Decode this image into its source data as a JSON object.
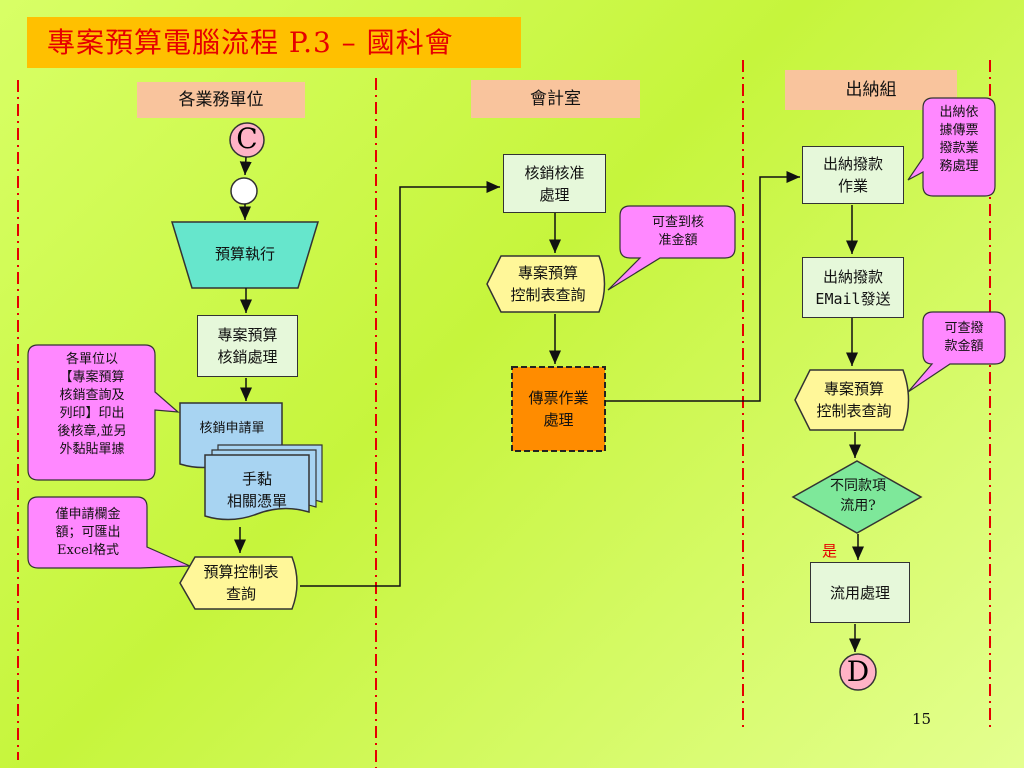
{
  "title": "專案預算電腦流程 P.3 – 國科會",
  "lanes": {
    "units": "各業務單位",
    "accounting": "會計室",
    "cashier": "出納組"
  },
  "connectors": {
    "start": "C",
    "end": "D"
  },
  "nodes": {
    "budget_exec": "預算執行",
    "writeoff_proc": [
      "專案預算",
      "核銷處理"
    ],
    "writeoff_form": "核銷申請單",
    "receipts": [
      "手黏",
      "相關憑單"
    ],
    "budget_query_units": [
      "預算控制表",
      "查詢"
    ],
    "verify_approve": [
      "核銷核准",
      "處理"
    ],
    "query_accounting": [
      "專案預算",
      "控制表查詢"
    ],
    "voucher_proc": [
      "傳票作業",
      "處理"
    ],
    "pay_work": [
      "出納撥款",
      "作業"
    ],
    "pay_email": [
      "出納撥款",
      "EMail發送"
    ],
    "query_cashier": [
      "專案預算",
      "控制表查詢"
    ],
    "diff_item": [
      "不同款項",
      "流用?"
    ],
    "transfer_proc": "流用處理"
  },
  "callouts": {
    "units_print": [
      "各單位以",
      "【專案預算",
      "核銷查詢及",
      "列印】印出",
      "後核章,並另",
      "外黏貼單據"
    ],
    "units_excel": [
      "僅申請欄金",
      "額；可匯出",
      "Excel格式"
    ],
    "accounting_amount": [
      "可查到核",
      "准金額"
    ],
    "cashier_basis": [
      "出納依",
      "據傳票",
      "撥款業",
      "務處理"
    ],
    "cashier_amount": [
      "可查撥",
      "款金額"
    ]
  },
  "yes_label": "是",
  "page_number": "15",
  "colors": {
    "title_bg": "#ffc000",
    "title_text": "#e60000",
    "lane_header": "#f9c49d",
    "process_box": "#e6f8da",
    "connector": "#ffb3c6",
    "budget_exec": "#66e6cc",
    "document": "#a8d4f2",
    "display": "#fff799",
    "voucher": "#ff8c00",
    "decision": "#7ee89a",
    "callout": "#ff88ff",
    "lane_divider": "#e60000"
  }
}
